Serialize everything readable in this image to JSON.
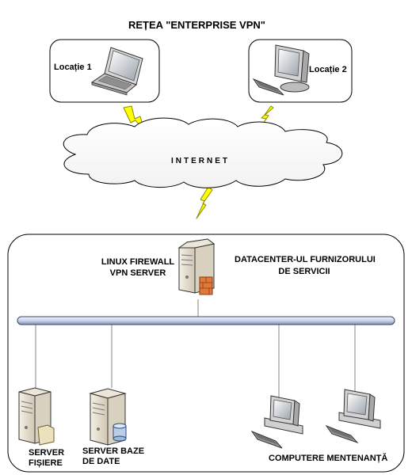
{
  "diagram": {
    "title": "REȚEA \"ENTERPRISE VPN\"",
    "location1": "Locație 1",
    "location2": "Locație 2",
    "internet": "INTERNET",
    "firewall_line1": "LINUX FIREWALL",
    "firewall_line2": "VPN SERVER",
    "datacenter_line1": "DATACENTER-UL FURNIZORULUI",
    "datacenter_line2": "DE SERVICII",
    "file_server_line1": "SERVER",
    "file_server_line2": "FIȘIERE",
    "db_server_line1": "SERVER BAZE",
    "db_server_line2": "DE DATE",
    "maintenance": "COMPUTERE MENTENANȚĂ"
  },
  "colors": {
    "lightning_fill": "#ffff00",
    "lightning_stroke": "#8a8a00",
    "bus_fill": "#c9d3ea",
    "server_body": "#e3ddcc",
    "frame_stroke": "#000000"
  },
  "icons": {
    "laptop": "laptop-icon",
    "desktop": "desktop-computer-icon",
    "cloud": "cloud-icon",
    "lightning": "lightning-icon",
    "server": "server-tower-icon",
    "database": "database-icon",
    "firewall": "firewall-icon"
  }
}
